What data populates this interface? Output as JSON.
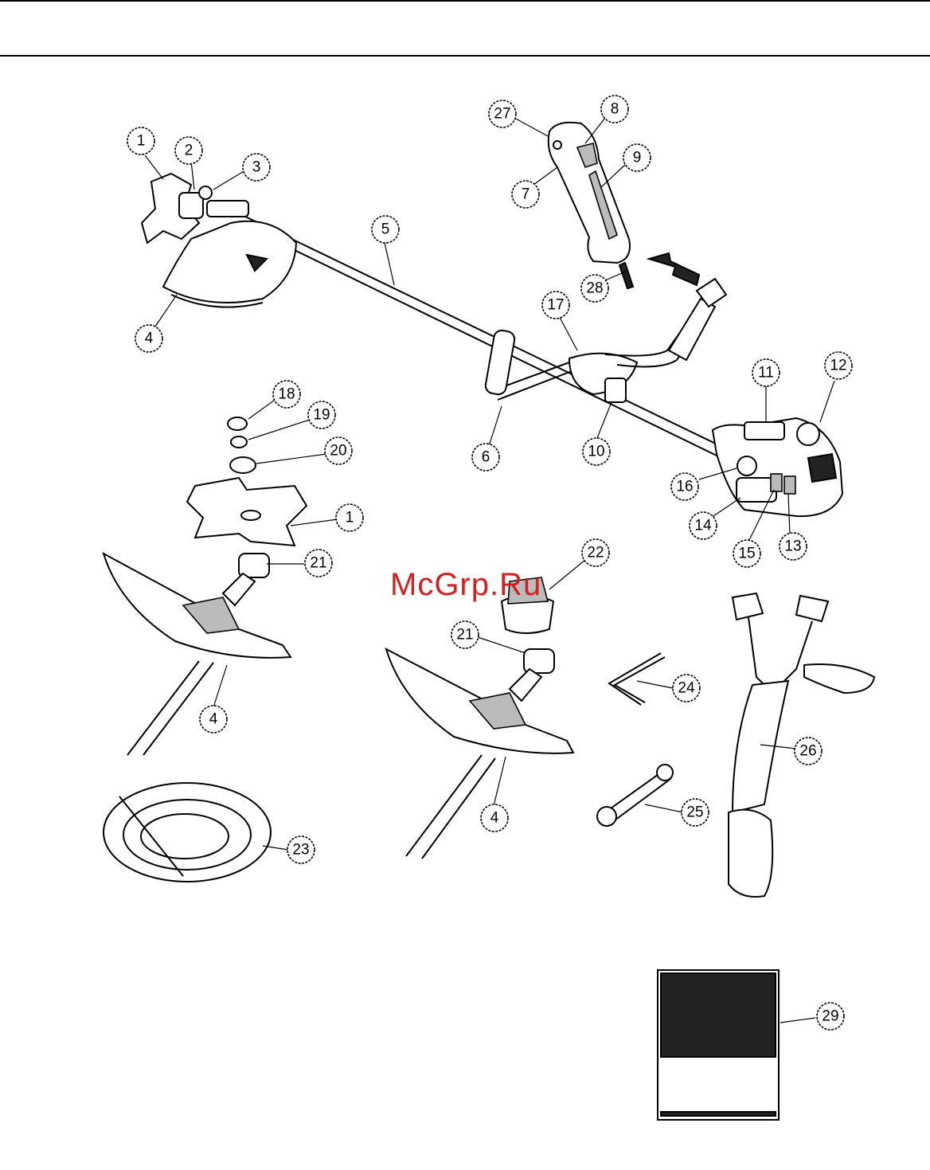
{
  "watermark": {
    "text": "McGrp.Ru",
    "color": "#d21f1f"
  },
  "callouts": [
    {
      "id": "1",
      "label": "1"
    },
    {
      "id": "2",
      "label": "2"
    },
    {
      "id": "3",
      "label": "3"
    },
    {
      "id": "4",
      "label": "4"
    },
    {
      "id": "5",
      "label": "5"
    },
    {
      "id": "6",
      "label": "6"
    },
    {
      "id": "7",
      "label": "7"
    },
    {
      "id": "8",
      "label": "8"
    },
    {
      "id": "9",
      "label": "9"
    },
    {
      "id": "10",
      "label": "10"
    },
    {
      "id": "11",
      "label": "11"
    },
    {
      "id": "12",
      "label": "12"
    },
    {
      "id": "13",
      "label": "13"
    },
    {
      "id": "14",
      "label": "14"
    },
    {
      "id": "15",
      "label": "15"
    },
    {
      "id": "16",
      "label": "16"
    },
    {
      "id": "17",
      "label": "17"
    },
    {
      "id": "18",
      "label": "18"
    },
    {
      "id": "19",
      "label": "19"
    },
    {
      "id": "20",
      "label": "20"
    },
    {
      "id": "1b",
      "label": "1"
    },
    {
      "id": "21",
      "label": "21"
    },
    {
      "id": "22",
      "label": "22"
    },
    {
      "id": "21b",
      "label": "21"
    },
    {
      "id": "4b",
      "label": "4"
    },
    {
      "id": "24",
      "label": "24"
    },
    {
      "id": "26",
      "label": "26"
    },
    {
      "id": "4c",
      "label": "4"
    },
    {
      "id": "25",
      "label": "25"
    },
    {
      "id": "23",
      "label": "23"
    },
    {
      "id": "27",
      "label": "27"
    },
    {
      "id": "28",
      "label": "28"
    },
    {
      "id": "29",
      "label": "29"
    }
  ]
}
